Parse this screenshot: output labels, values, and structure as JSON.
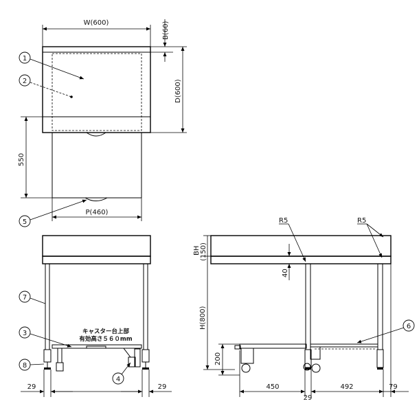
{
  "plan_view": {
    "width_dim": "W(600)",
    "back_dim": "B(60)",
    "depth_dim": "D(600)",
    "cart_depth_dim": "550",
    "cart_width_dim": "P(460)"
  },
  "front_view": {
    "caster_note_line1": "キャスター台上部",
    "caster_note_line2": "有効高さ５６０mm",
    "left_leg_dim": "29",
    "right_leg_dim": "29"
  },
  "side_view": {
    "radius_left": "R5",
    "radius_right": "R5",
    "backsplash_dim_a": "BH",
    "backsplash_dim_b": "(150)",
    "top_thickness_dim": "40",
    "height_dim": "H(800)",
    "shelf_height_dim": "200",
    "cart_length_dim": "450",
    "gap_dim": "29",
    "rail_length_dim": "492",
    "end_dim": "79"
  },
  "callouts": [
    "1",
    "2",
    "3",
    "4",
    "5",
    "6",
    "7",
    "8"
  ]
}
